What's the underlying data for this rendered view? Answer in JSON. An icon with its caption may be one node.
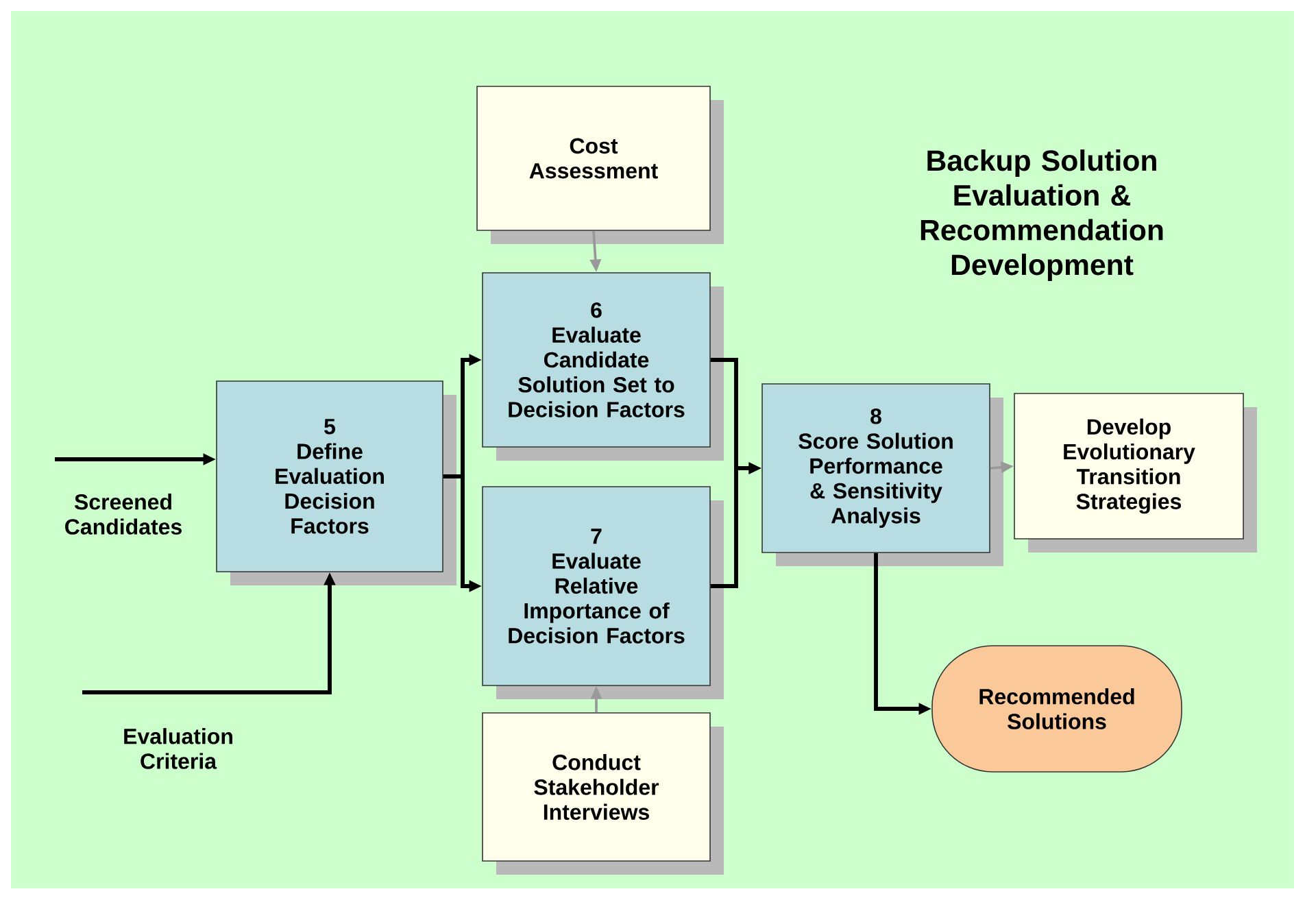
{
  "diagram": {
    "title": "Backup Solution Evaluation & Recommendation Development",
    "nodes": [
      {
        "text": [
          "Cost Assessment"
        ]
      },
      {
        "text": [
          "5",
          "Define Evaluation Decision Factors"
        ]
      },
      {
        "text": [
          "6",
          "Evaluate Candidate Solution Set to Decision Factors"
        ]
      },
      {
        "text": [
          "7",
          "Evaluate Relative Importance of Decision Factors"
        ]
      },
      {
        "text": [
          "8",
          "Score Solution Performance & Sensitivity Analysis"
        ]
      },
      {
        "text": [
          "Develop Evolutionary Transition Strategies"
        ]
      },
      {
        "text": [
          "Conduct Stakeholder Interviews"
        ]
      },
      {
        "text": [
          "Recommended Solutions"
        ]
      }
    ],
    "edges": [
      {
        "from": null,
        "to": 1,
        "arrow": "to"
      },
      {
        "from": null,
        "to": 1,
        "arrow": "to"
      },
      {
        "from": 1,
        "to": 2,
        "arrow": "to"
      },
      {
        "from": 1,
        "to": 3,
        "arrow": "to"
      },
      {
        "from": 0,
        "to": 2,
        "arrow": "to",
        "color": "#999999"
      },
      {
        "from": 6,
        "to": 3,
        "arrow": "to",
        "color": "#999999"
      },
      {
        "from": 2,
        "to": 4,
        "arrow": "to"
      },
      {
        "from": 3,
        "to": 4,
        "arrow": "to"
      },
      {
        "from": 4,
        "to": 5,
        "arrow": "to",
        "color": "#999999"
      },
      {
        "from": 4,
        "to": 7,
        "arrow": "to"
      }
    ],
    "labels": [
      "Screened Candidates",
      "Evaluation Criteria"
    ]
  }
}
